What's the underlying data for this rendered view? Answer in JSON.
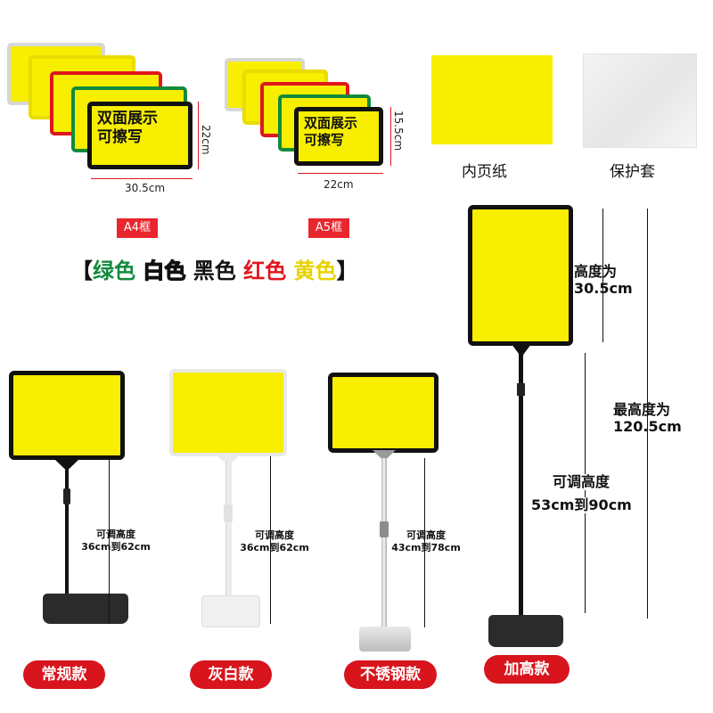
{
  "a4": {
    "card_text_line1": "双面展示",
    "card_text_line2": "可擦写",
    "width_label": "30.5cm",
    "height_label": "22cm",
    "tag": "A4框"
  },
  "a5": {
    "card_text_line1": "双面展示",
    "card_text_line2": "可擦写",
    "width_label": "22cm",
    "height_label": "15.5cm",
    "tag": "A5框"
  },
  "accessories": {
    "paper_label": "内页纸",
    "cover_label": "保护套"
  },
  "color_options": {
    "open": "【",
    "green": "绿色",
    "white": "白色",
    "black": "黑色",
    "red": "红色",
    "yellow": "黄色",
    "close": "】"
  },
  "stands": {
    "regular": {
      "name": "常规款",
      "adjust_label": "可调高度",
      "range": "36cm到62cm"
    },
    "gray_white": {
      "name": "灰白款",
      "adjust_label": "可调高度",
      "range": "36cm到62cm"
    },
    "stainless": {
      "name": "不锈钢款",
      "adjust_label": "可调高度",
      "range": "43cm到78cm"
    },
    "tall": {
      "name": "加高款",
      "frame_height_label": "高度为",
      "frame_height_value": "30.5cm",
      "max_height_label": "最高度为",
      "max_height_value": "120.5cm",
      "adjust_label": "可调高度",
      "range": "53cm到90cm"
    }
  },
  "colors": {
    "yellow": "#f7ee00",
    "red_tag": "#e8262e",
    "green_text": "#128a3c",
    "red_text": "#e0161b",
    "yellow_text": "#e6d300"
  }
}
